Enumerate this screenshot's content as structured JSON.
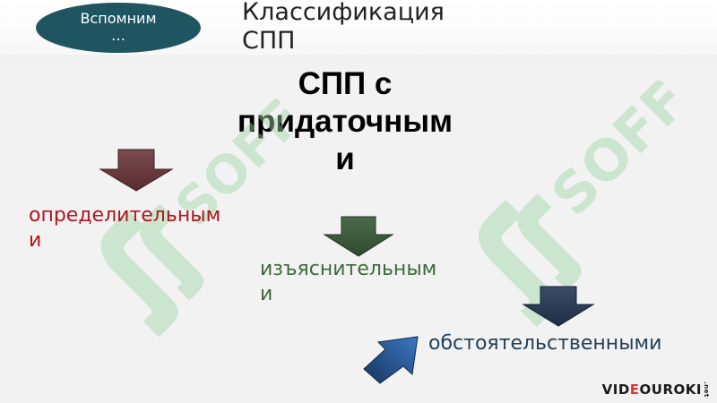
{
  "header": {
    "recall_button": "Вспомним\n…",
    "title": "Классификация\nСПП"
  },
  "main": {
    "subtitle": "СПП с\nпридаточным\nи",
    "items": [
      {
        "label": "определительным\nи",
        "color": "#b0161f",
        "arrow_icon": "arrow-down-icon"
      },
      {
        "label": "изъяснительным\nи",
        "color": "#3d6a3d",
        "arrow_icon": "arrow-down-icon"
      },
      {
        "label": "обстоятельственными",
        "color": "#1f3f5a",
        "arrow_icon": "arrow-down-icon"
      }
    ],
    "pointer_icon": "arrow-up-right-icon"
  },
  "watermark": {
    "text": "SOFF",
    "color": "#9fd6a5"
  },
  "logo": {
    "prefix": "VID",
    "accent_letter": "E",
    "suffix": "OUROKI",
    "tld": ".net",
    "accent_color": "#e0312f"
  }
}
